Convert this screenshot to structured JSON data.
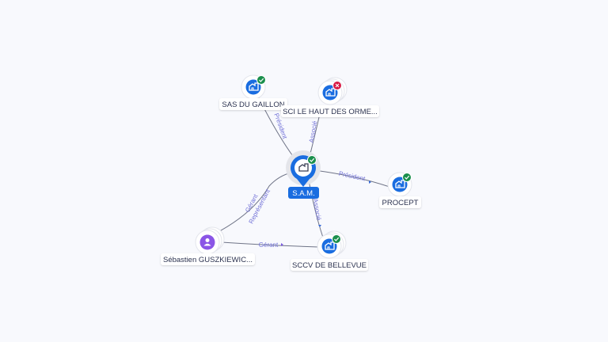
{
  "nodes": {
    "center": {
      "label": "S.A.M.",
      "icon": "building-icon",
      "status": "active"
    },
    "sas_du_gaillon": {
      "label": "SAS DU GAILLON",
      "icon": "building-icon",
      "status": "active"
    },
    "sci_le_haut": {
      "label": "SCI LE HAUT DES ORME...",
      "icon": "building-icon",
      "status": "closed"
    },
    "procept": {
      "label": "PROCEPT",
      "icon": "building-icon",
      "status": "active"
    },
    "sccv_bellevue": {
      "label": "SCCV DE BELLEVUE",
      "icon": "building-icon",
      "status": "active"
    },
    "sebastien": {
      "label": "Sébastien GUSZKIEWIC...",
      "icon": "person-icon"
    }
  },
  "edges": {
    "gaillon_sam": "Président",
    "sci_sam": "Associé",
    "sam_procept": "Président",
    "sam_sccv": "Associé",
    "seb_sam_1": "Gérant",
    "seb_sam_2": "Représentant",
    "seb_sccv": "Gérant"
  },
  "colors": {
    "accent": "#1a6de0",
    "active": "#1a8f4c",
    "closed": "#d81b45",
    "person": "#8a55e6"
  }
}
